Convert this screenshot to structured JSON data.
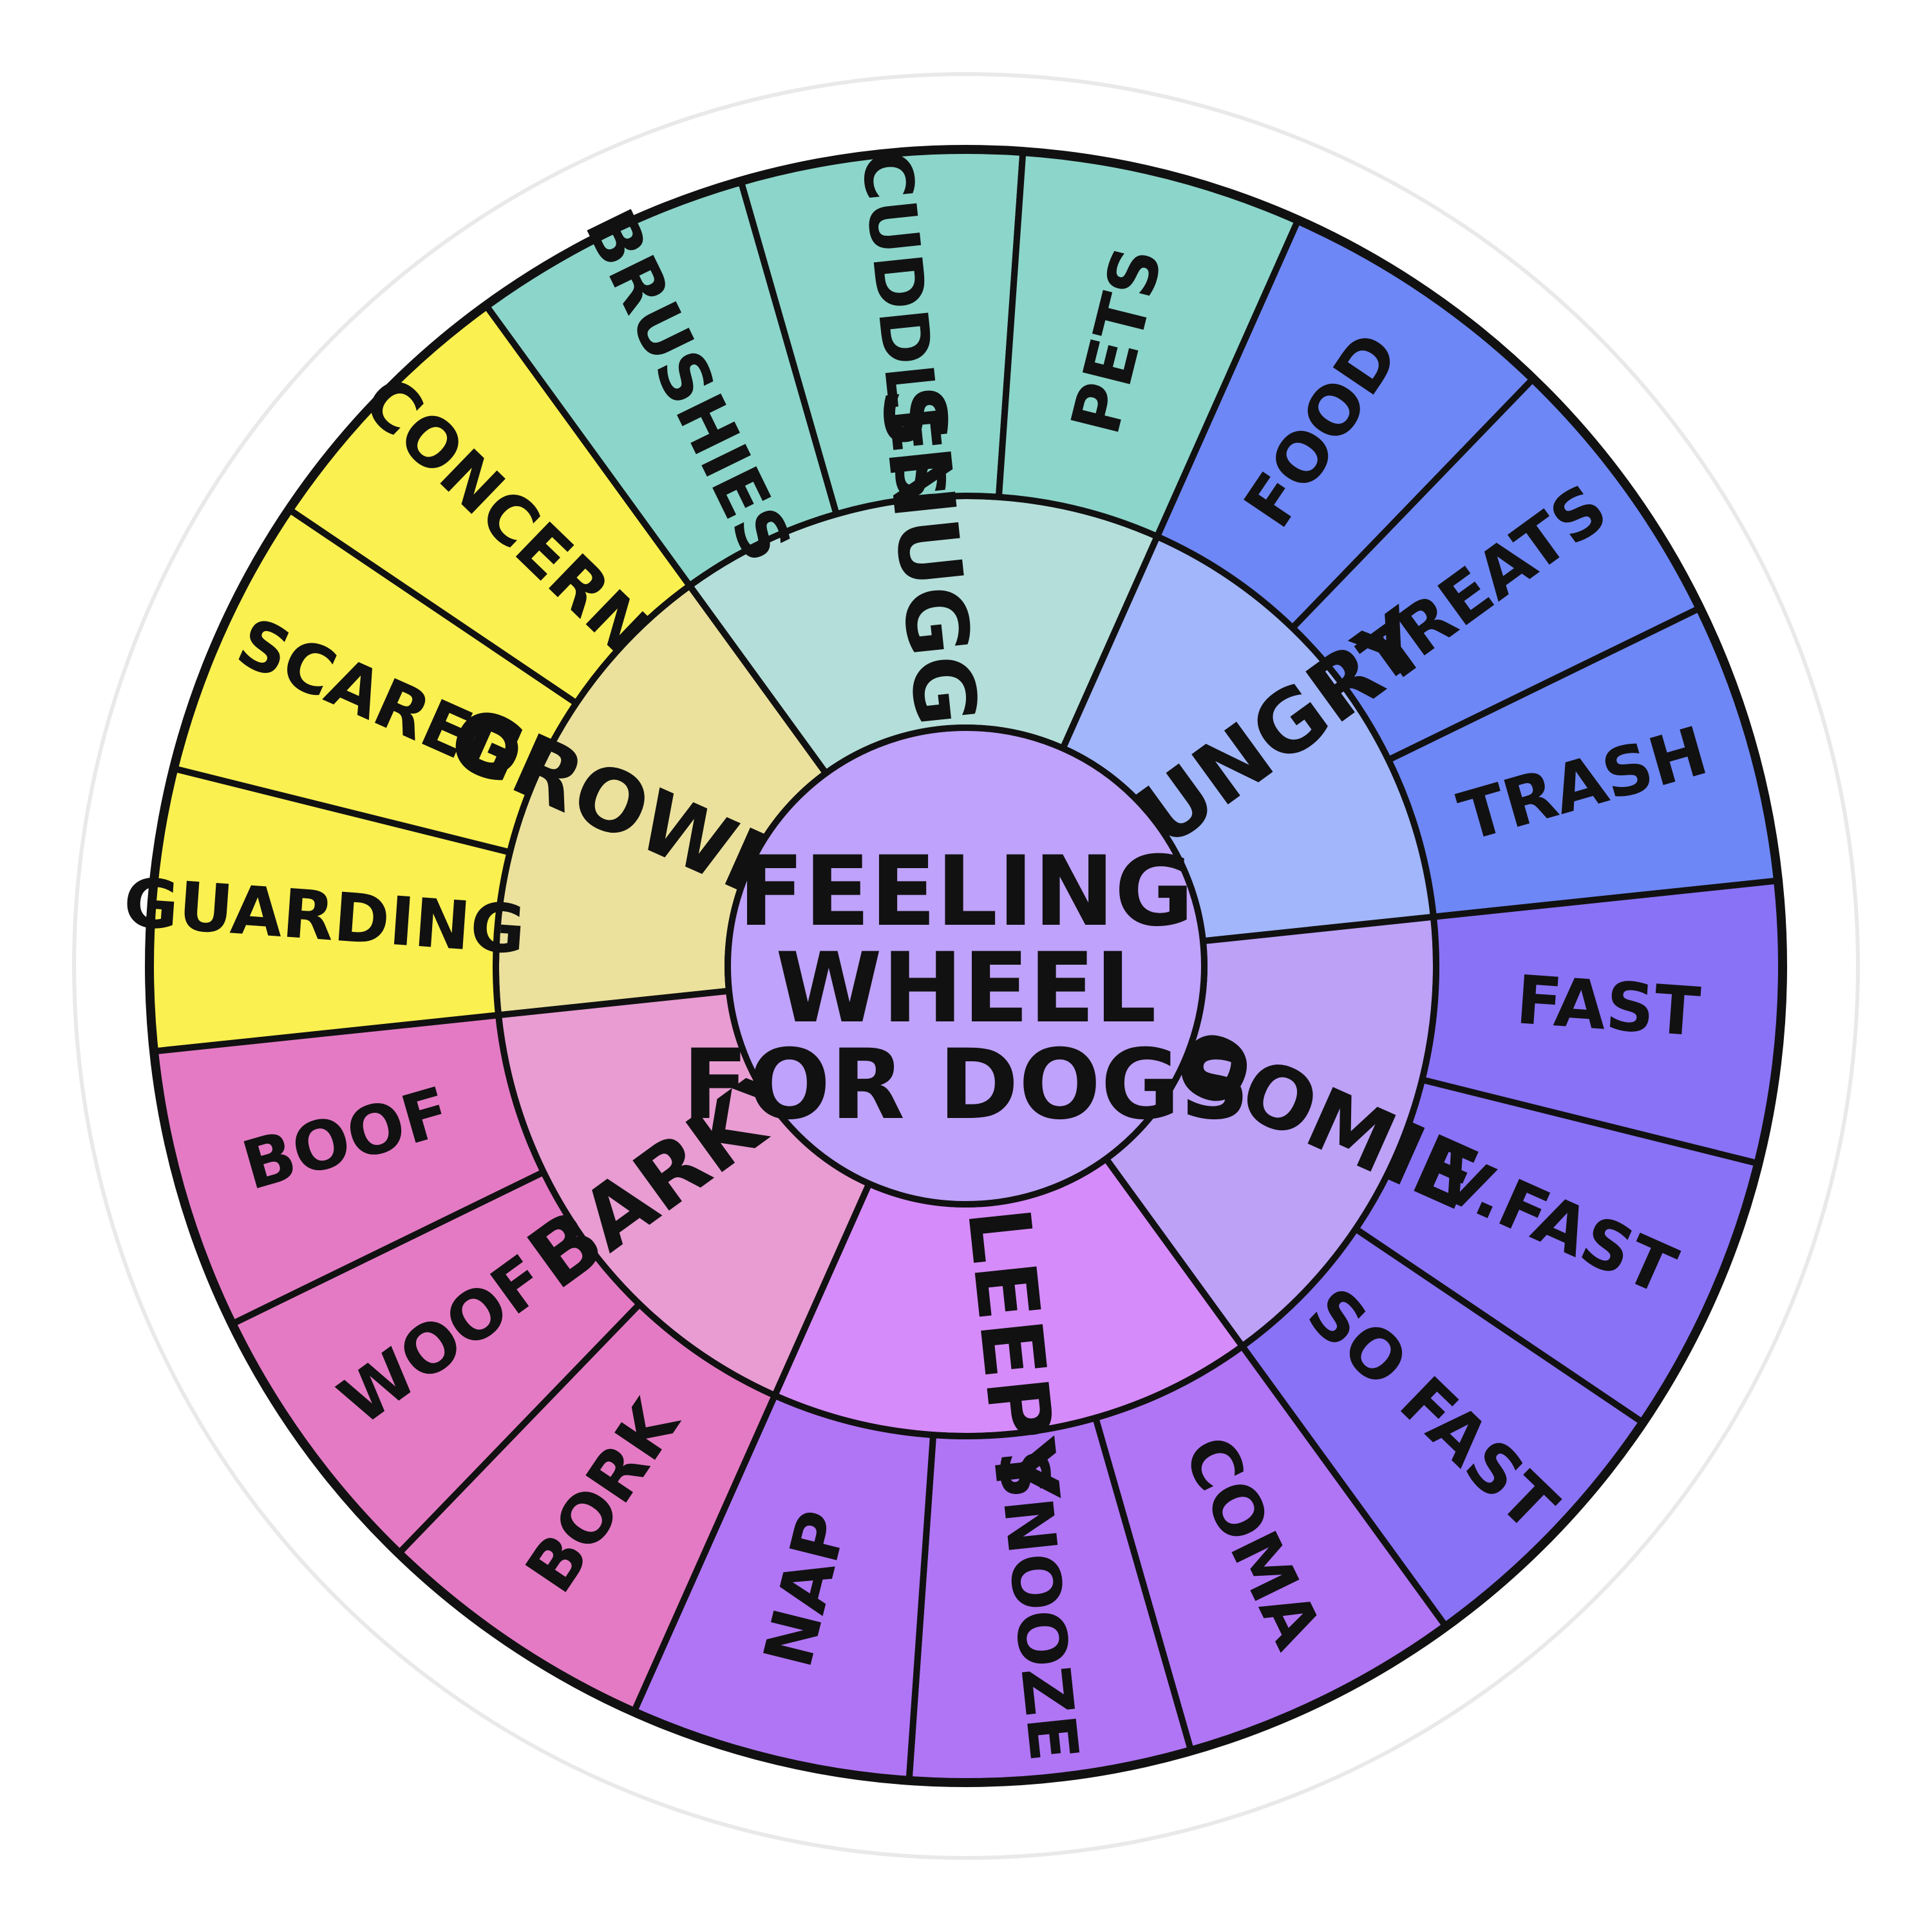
{
  "center": {
    "lines": [
      "FEELING",
      "WHEEL",
      "FOR DOGS"
    ],
    "color": "#bfa2fb"
  },
  "outline_color": "#111111",
  "sticker_border_color": "#ffffff",
  "groups": [
    {
      "label": "GROWLY",
      "mid_color": "#ebe19c",
      "outer_color": "#faf050",
      "items": [
        "GUARDING",
        "SCARED",
        "CONCERN"
      ]
    },
    {
      "label": "SNUGGLY",
      "mid_color": "#b4ded9",
      "outer_color": "#8cd5ca",
      "items": [
        "BRUSHIES",
        "CUDDLES",
        "PETS"
      ]
    },
    {
      "label": "HUNGRY",
      "mid_color": "#a2b6fb",
      "outer_color": "#6e87f6",
      "items": [
        "FOOD",
        "TREATS",
        "TRASH"
      ]
    },
    {
      "label": "ZOOMIE",
      "mid_color": "#bca1f7",
      "outer_color": "#8972f6",
      "items": [
        "FAST",
        "V.FAST",
        "SO FAST"
      ]
    },
    {
      "label": "SLEEPY",
      "mid_color": "#d68bfb",
      "outer_color": "#b075f5",
      "items": [
        "COMA",
        "SNOOZE",
        "NAP"
      ]
    },
    {
      "label": "BARKY",
      "mid_color": "#e89cd2",
      "outer_color": "#e47ac4",
      "items": [
        "BORK",
        "WOOF",
        "BOOF"
      ]
    }
  ]
}
